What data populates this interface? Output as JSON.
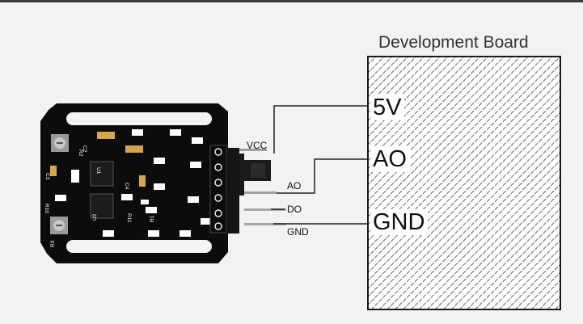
{
  "board": {
    "title": "Development Board",
    "pins": {
      "vcc": "5V",
      "ao": "AO",
      "gnd": "GND"
    }
  },
  "module": {
    "pins": {
      "vcc": "VCC",
      "ao": "AO",
      "do": "DO",
      "gnd": "GND"
    },
    "silkscreen": [
      "C2",
      "C3",
      "C4",
      "R1",
      "R2",
      "R3",
      "R10",
      "R11",
      "U1",
      "U2"
    ]
  },
  "colors": {
    "background": "#f2f2f2",
    "pcb": "#0c0c0c",
    "silk": "#ffffff",
    "wire": "#222222",
    "hatch": "#1a1a1a"
  }
}
